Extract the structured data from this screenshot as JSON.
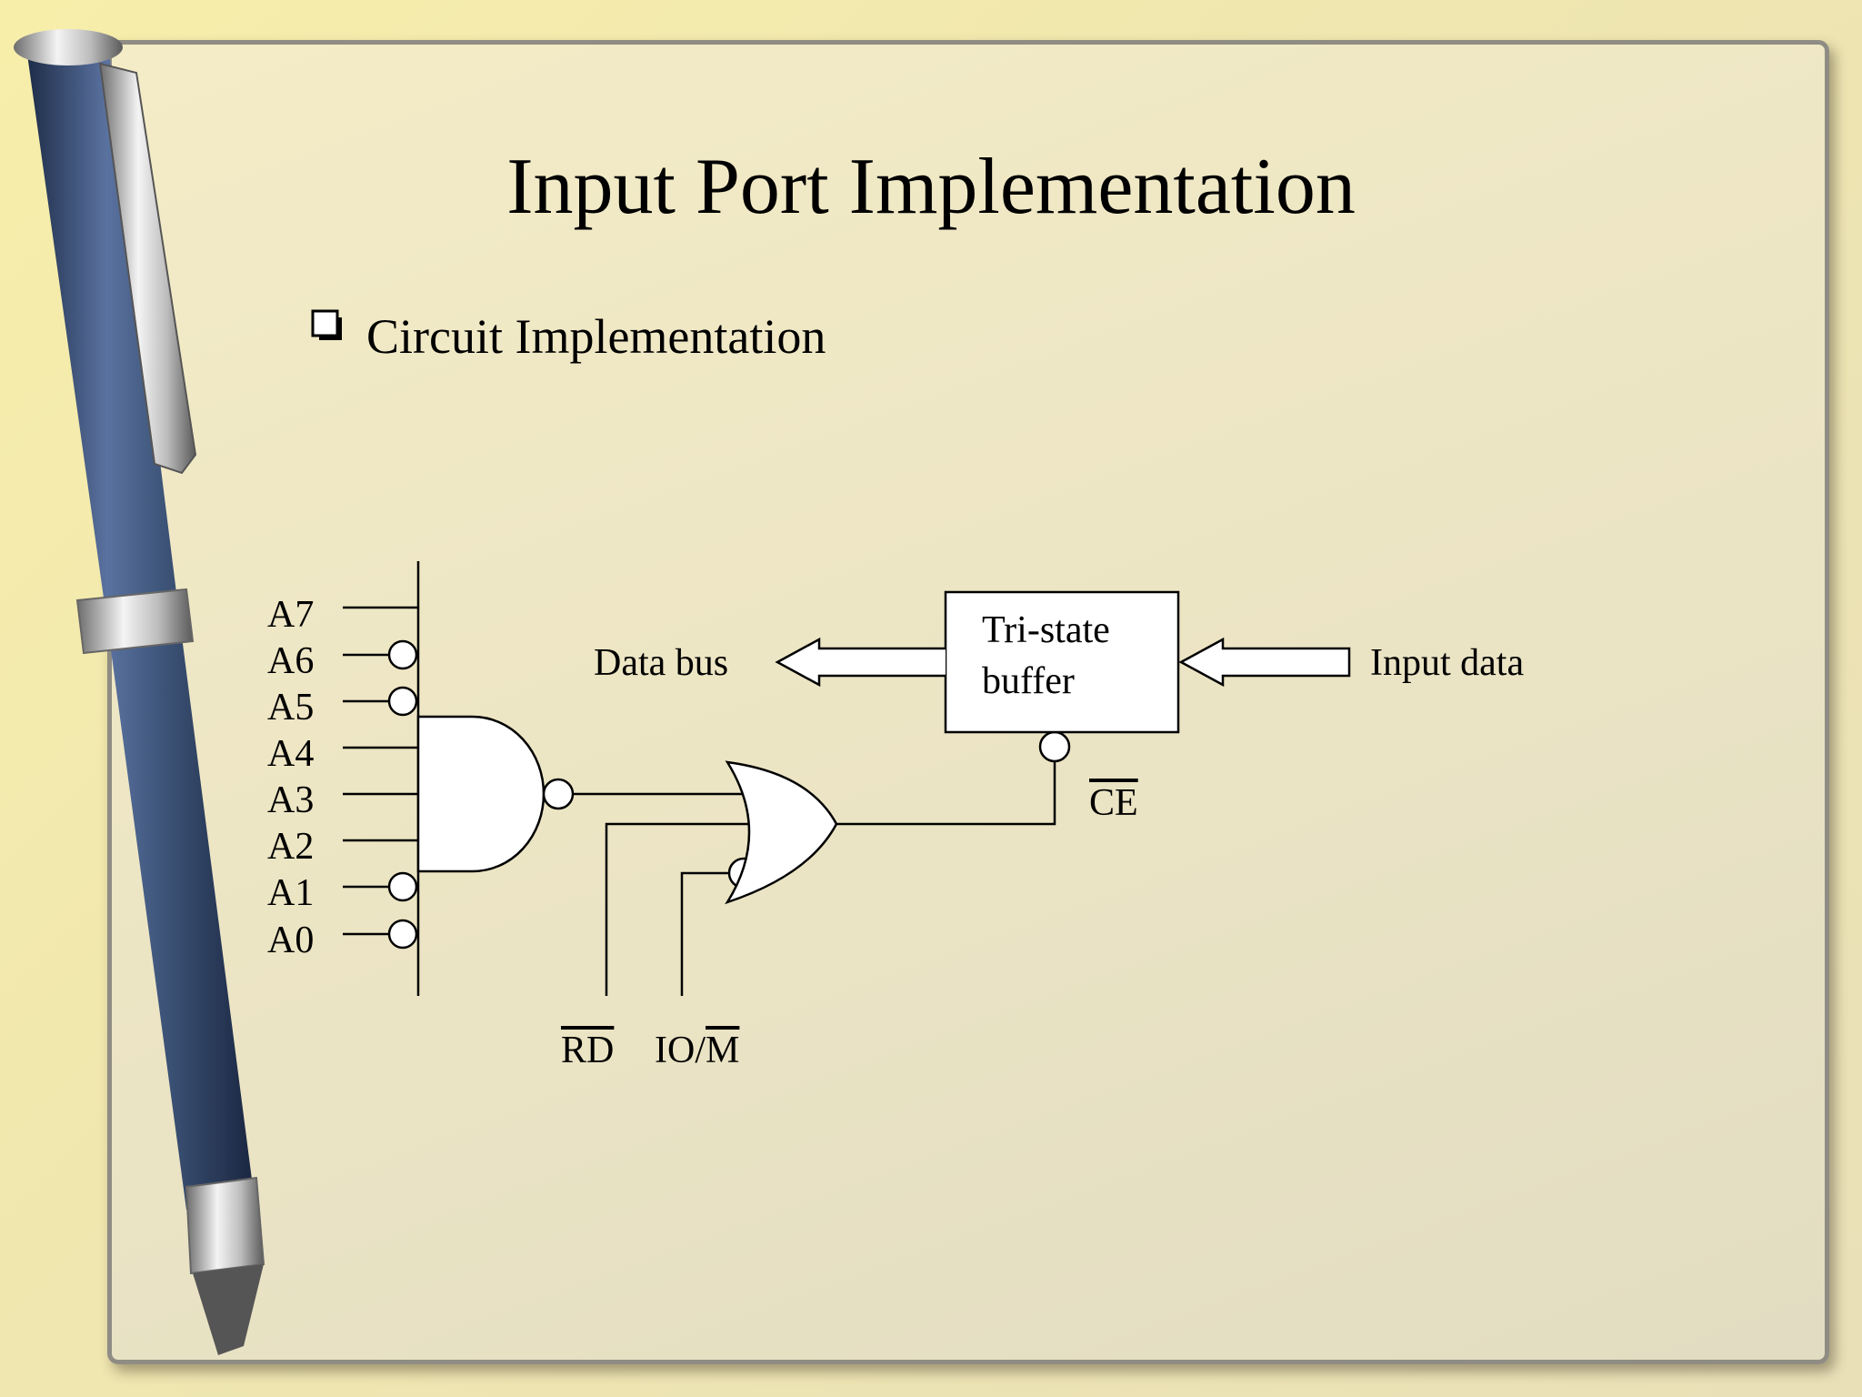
{
  "slide": {
    "title": "Input Port Implementation",
    "bullet": "Circuit Implementation"
  },
  "diagram": {
    "address_pins": [
      "A7",
      "A6",
      "A5",
      "A4",
      "A3",
      "A2",
      "A1",
      "A0"
    ],
    "inverted_address_pins": [
      "A6",
      "A5",
      "A1",
      "A0"
    ],
    "buffer_label_line1": "Tri-state",
    "buffer_label_line2": "buffer",
    "data_bus_label": "Data bus",
    "input_data_label": "Input data",
    "enable_label": "CE",
    "read_label": "RD",
    "io_label_prefix": "IO/",
    "io_label_bar": "M"
  },
  "colors": {
    "background": "#f7eeaa",
    "panel": "#ede6c6",
    "pen_body": "#3d5478",
    "line": "#000000"
  }
}
